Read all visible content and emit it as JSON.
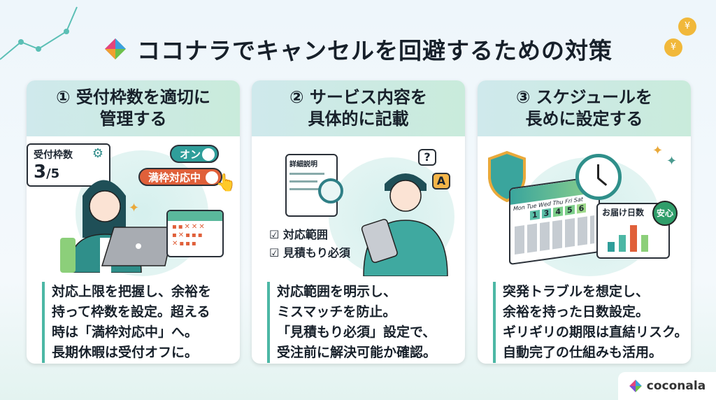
{
  "title": "ココナラでキャンセルを回避するための対策",
  "cards": [
    {
      "heading": [
        "① 受付枠数を適切に",
        "管理する"
      ],
      "counter_label": "受付枠数",
      "counter_value": "3",
      "counter_total": "/5",
      "toggle_on": "オン",
      "toggle_full": "満枠対応中",
      "desc": [
        "対応上限を把握し、余裕を",
        "持って枠数を設定。超える",
        "時は「満枠対応中」へ。",
        "長期休暇は受付オフに。"
      ]
    },
    {
      "heading": [
        "② サービス内容を",
        "具体的に記載"
      ],
      "doc_label": "詳細説明",
      "q": "?",
      "a": "A",
      "checks": [
        "対応範囲",
        "見積もり必須"
      ],
      "desc": [
        "対応範囲を明示し、",
        "ミスマッチを防止。",
        "「見積もり必須」設定で、",
        "受注前に解決可能か確認。"
      ]
    },
    {
      "heading": [
        "③ スケジュールを",
        "長めに設定する"
      ],
      "weekdays": [
        "Mon",
        "Tue",
        "Wed",
        "Thu",
        "Fri",
        "Sat"
      ],
      "days": [
        "1",
        "3",
        "4",
        "5",
        "6"
      ],
      "chart_label": "お届け日数",
      "badge": "安心",
      "desc": [
        "突発トラブルを想定し、",
        "余裕を持った日数設定。",
        "ギリギリの期限は直結リスク。",
        "自動完了の仕組みも活用。"
      ]
    }
  ],
  "brand": "coconala",
  "colors": {
    "teal": "#2f9e9a",
    "orange": "#e0603a",
    "green": "#8ccf7a"
  }
}
